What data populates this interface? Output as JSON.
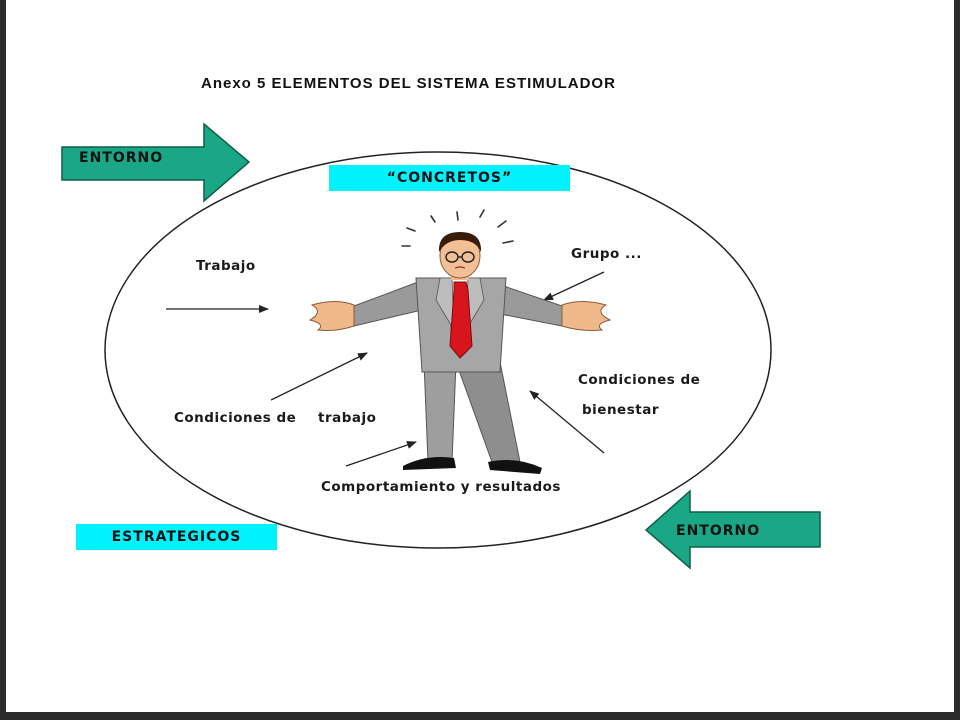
{
  "title": "Anexo 5 ELEMENTOS DEL SISTEMA ESTIMULADOR",
  "arrows": {
    "top_left": "ENTORNO",
    "bottom_right": "ENTORNO"
  },
  "boxes": {
    "concretos": "“CONCRETOS”",
    "estrategicos": "ESTRATEGICOS"
  },
  "labels": {
    "trabajo": "Trabajo",
    "grupo": "Grupo ...",
    "condiciones_de": "Condiciones de",
    "trabajo2": "trabajo",
    "condiciones_de_2": "Condiciones de",
    "bienestar": "bienestar",
    "comportamiento": "Comportamiento y resultados"
  },
  "colors": {
    "arrow_fill": "#1aa785",
    "box_fill": "#00f2ff",
    "tie": "#d8141c"
  }
}
